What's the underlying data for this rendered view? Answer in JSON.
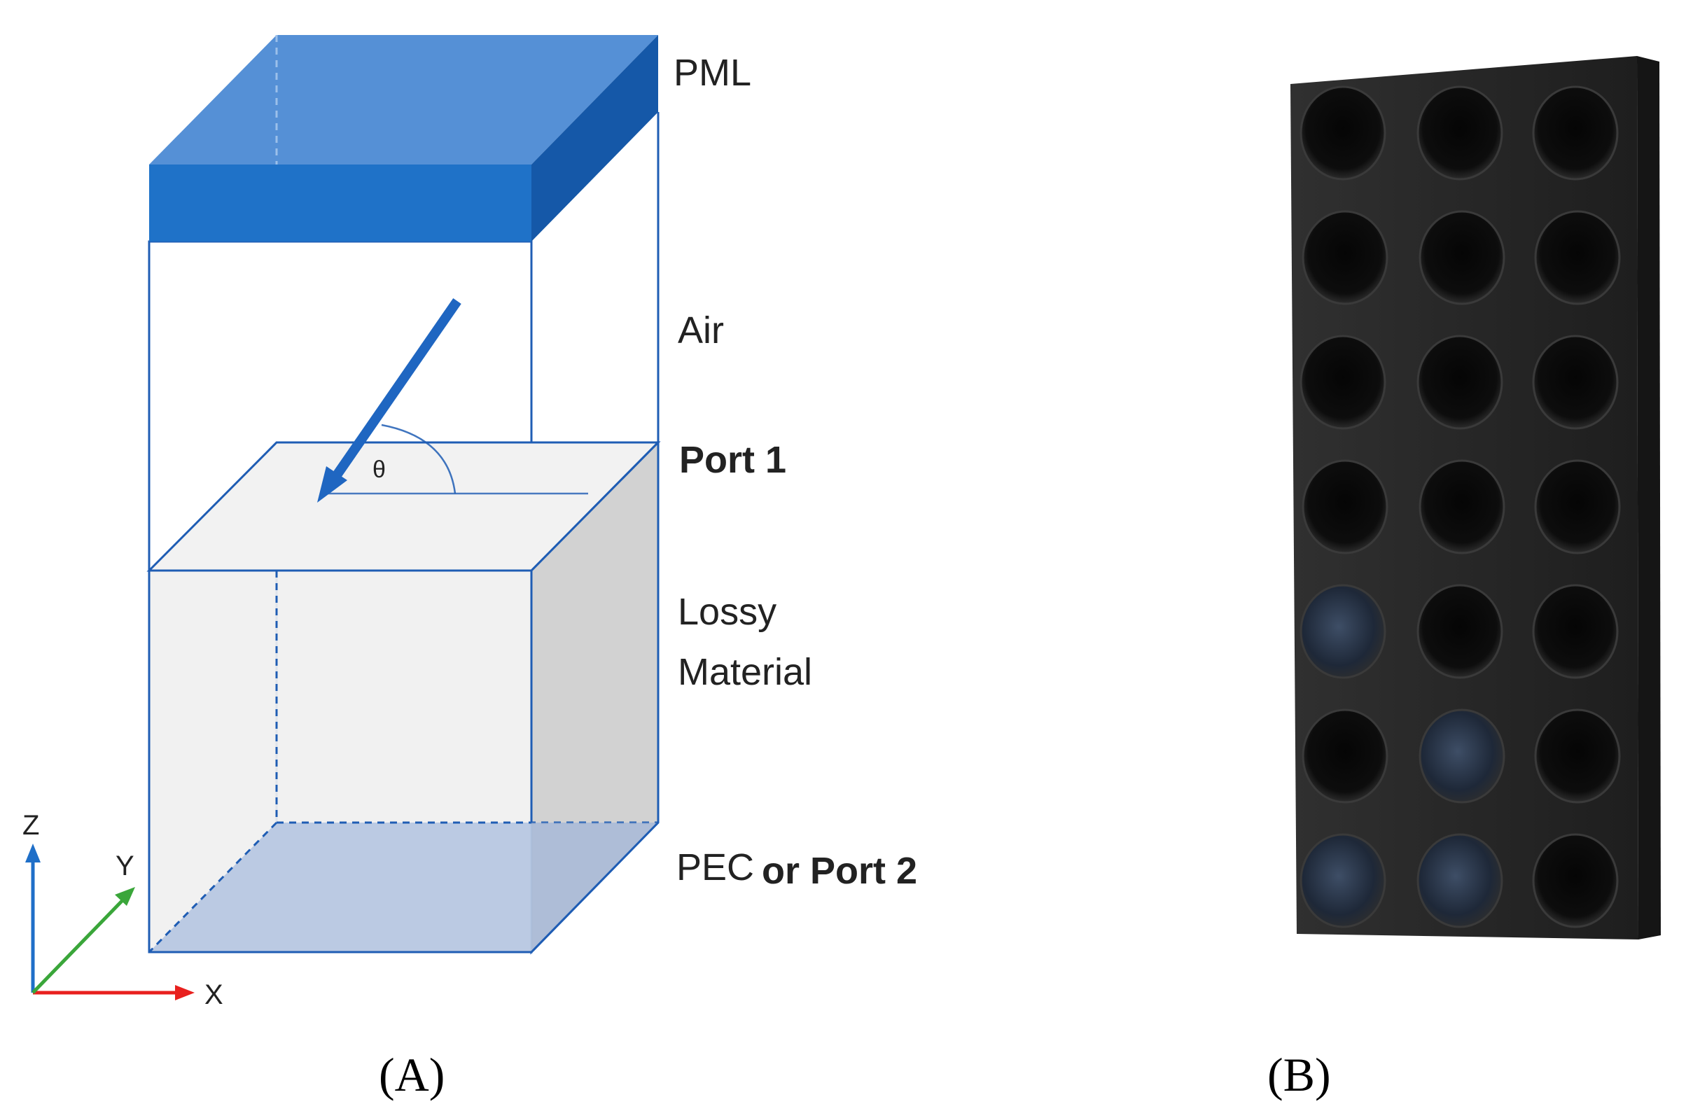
{
  "panel_a": {
    "caption": "(A)",
    "layers": {
      "pml": "PML",
      "air": "Air",
      "port1": "Port 1",
      "lossy_line1": "Lossy",
      "lossy_line2": "Material",
      "pec": "PEC",
      "port2": "or Port 2"
    },
    "angle_symbol": "θ",
    "axes": {
      "x": "X",
      "y": "Y",
      "z": "Z"
    },
    "colors": {
      "pml_top": "#5590d6",
      "pml_front": "#1f72c8",
      "pml_side": "#1558a8",
      "edge": "#1f5db4",
      "lossy_front": "#f0f0f0",
      "lossy_side": "#d2d2d2",
      "lossy_top": "#f2f2f2",
      "pec_face": "#b7c7e2",
      "arrow": "#1f66c1",
      "axis_x": "#e8201e",
      "axis_y": "#3aa63a",
      "axis_z": "#1f6fc8"
    }
  },
  "panel_b": {
    "caption": "(B)",
    "sample_grid": {
      "rows": 7,
      "cols": 3
    },
    "colors": {
      "block": "#2a2a2a",
      "hole": "#0b0b0b"
    }
  }
}
